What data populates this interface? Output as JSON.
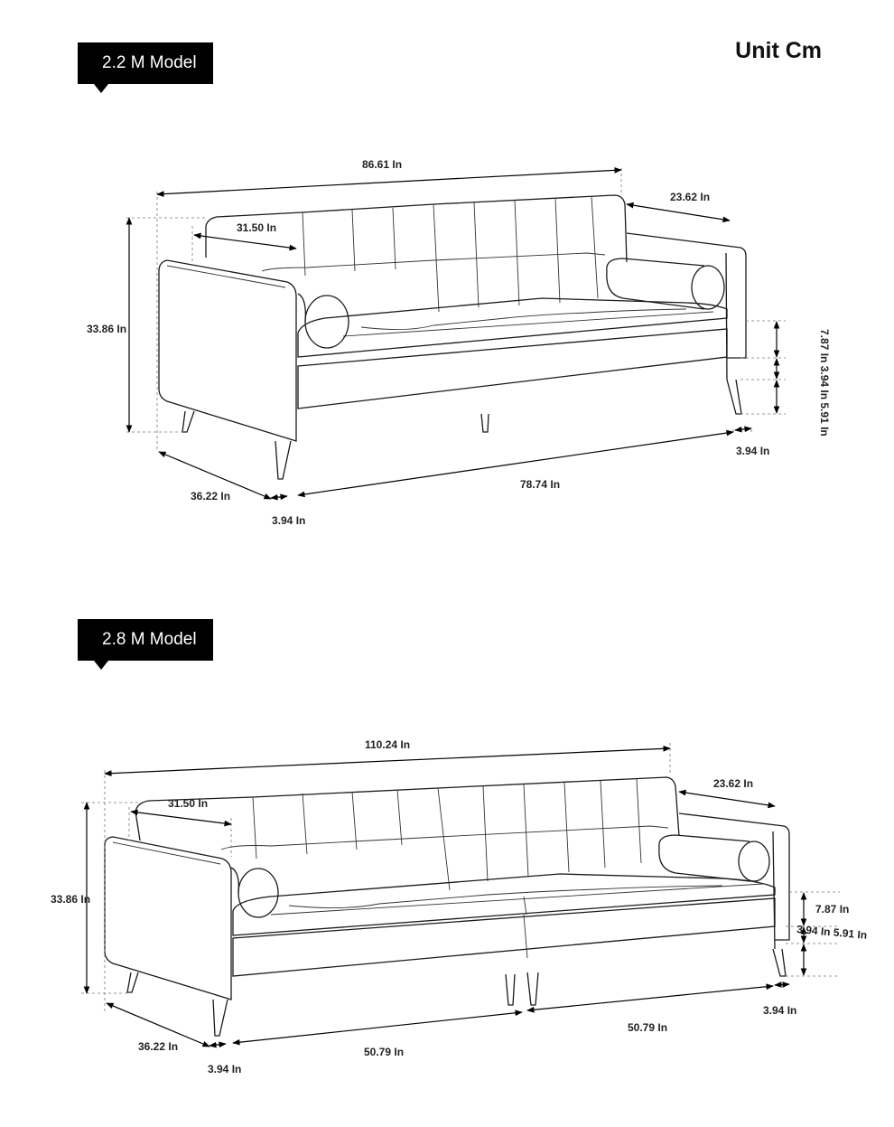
{
  "header": {
    "unit_label": "Unit Cm"
  },
  "models": [
    {
      "tag": "2.2 M Model",
      "dims": {
        "overall_width": "86.61 In",
        "arm_width": "23.62 In",
        "back_depth": "31.50 In",
        "height": "33.86 In",
        "depth": "36.22 In",
        "leg_front": "3.94 In",
        "leg_side": "3.94 In",
        "seat_span": "78.74 In",
        "side_stack": "7.87 In 3.94 In 5.91 In"
      }
    },
    {
      "tag": "2.8 M Model",
      "dims": {
        "overall_width": "110.24 In",
        "arm_width": "23.62 In",
        "back_depth": "31.50 In",
        "height": "33.86 In",
        "depth": "36.22 In",
        "leg_front": "3.94 In",
        "leg_side": "3.94 In",
        "seat_span_left": "50.79 In",
        "seat_span_right": "50.79 In",
        "side_top": "7.87 In",
        "side_rest": "3.94 In 5.91 In"
      }
    }
  ]
}
